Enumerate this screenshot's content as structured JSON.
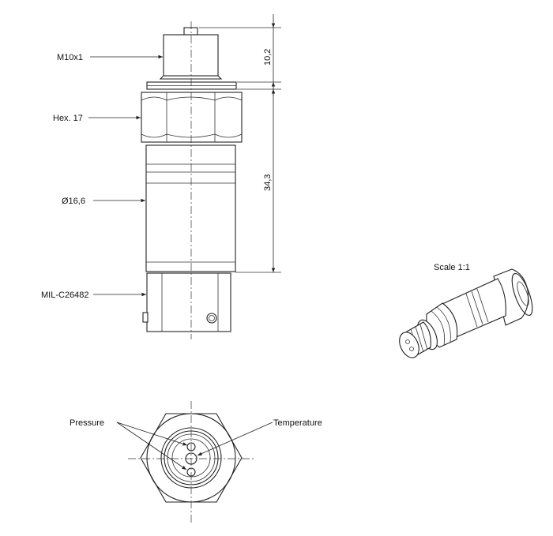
{
  "labels": {
    "thread": "M10x1",
    "hex": "Hex. 17",
    "diameter": "Ø16,6",
    "connector": "MIL-C26482",
    "dim_top": "10,2",
    "dim_body": "34,3",
    "scale": "Scale 1:1",
    "pressure": "Pressure",
    "temperature": "Temperature"
  }
}
